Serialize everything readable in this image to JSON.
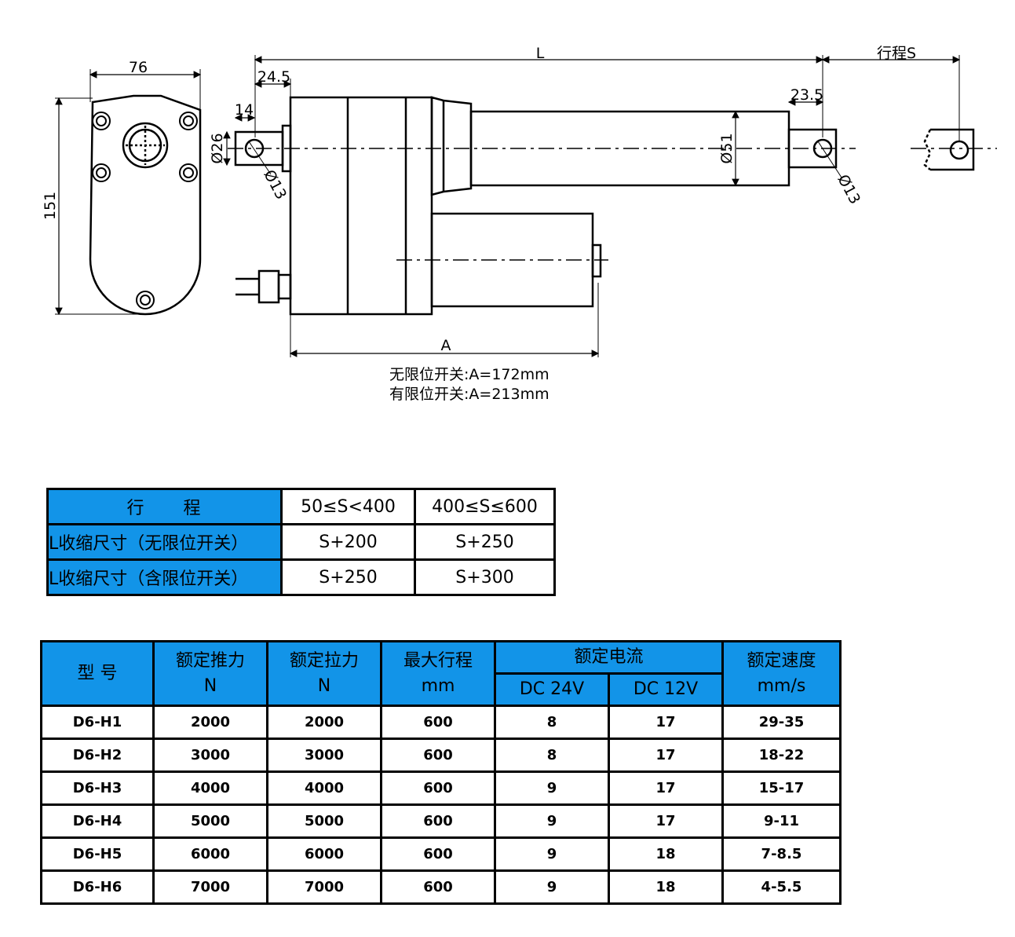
{
  "drawing": {
    "dims": {
      "width_76": "76",
      "height_151": "151",
      "L": "L",
      "stroke_S": "行程S",
      "d24_5": "24.5",
      "d14": "14",
      "d23_5": "23.5",
      "phi26": "Ø26",
      "phi51": "Ø51",
      "phi13_left": "Ø13",
      "phi13_right": "Ø13",
      "A": "A"
    },
    "notes": [
      "无限位开关:A=172mm",
      "有限位开关:A=213mm"
    ]
  },
  "stroke_table": {
    "header": [
      "行　　程",
      "50≤S<400",
      "400≤S≤600"
    ],
    "rows": [
      [
        "L收缩尺寸（无限位开关）",
        "S+200",
        "S+250"
      ],
      [
        "L收缩尺寸（含限位开关）",
        "S+250",
        "S+300"
      ]
    ]
  },
  "model_table": {
    "headers": {
      "model": "型  号",
      "push": "额定推力",
      "push_unit": "N",
      "pull": "额定拉力",
      "pull_unit": "N",
      "stroke": "最大行程",
      "stroke_unit": "mm",
      "current": "额定电流",
      "dc24": "DC 24V",
      "dc12": "DC 12V",
      "speed": "额定速度",
      "speed_unit": "mm/s"
    },
    "rows": [
      [
        "D6-H1",
        "2000",
        "2000",
        "600",
        "8",
        "17",
        "29-35"
      ],
      [
        "D6-H2",
        "3000",
        "3000",
        "600",
        "8",
        "17",
        "18-22"
      ],
      [
        "D6-H3",
        "4000",
        "4000",
        "600",
        "9",
        "17",
        "15-17"
      ],
      [
        "D6-H4",
        "5000",
        "5000",
        "600",
        "9",
        "17",
        "9-11"
      ],
      [
        "D6-H5",
        "6000",
        "6000",
        "600",
        "9",
        "18",
        "7-8.5"
      ],
      [
        "D6-H6",
        "7000",
        "7000",
        "600",
        "9",
        "18",
        "4-5.5"
      ]
    ]
  },
  "colors": {
    "header_blue": "#1294e8",
    "line": "#000000"
  }
}
